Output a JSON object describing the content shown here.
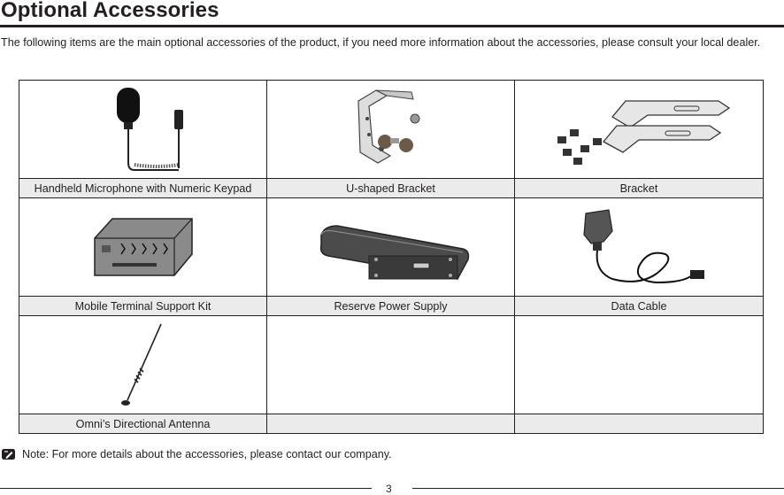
{
  "header": {
    "title": "Optional Accessories"
  },
  "intro": {
    "text": "The following items are the main optional accessories of the product, if you need more information about the accessories, please consult your local dealer."
  },
  "accessories": [
    {
      "label": "Handheld Microphone with Numeric Keypad",
      "icon": "handheld-microphone-icon"
    },
    {
      "label": "U-shaped Bracket",
      "icon": "u-shaped-bracket-icon"
    },
    {
      "label": "Bracket",
      "icon": "bracket-icon"
    },
    {
      "label": "Mobile Terminal Support Kit",
      "icon": "support-kit-icon"
    },
    {
      "label": "Reserve Power Supply",
      "icon": "power-supply-icon"
    },
    {
      "label": "Data Cable",
      "icon": "data-cable-icon"
    },
    {
      "label": "Omni’s Directional Antenna",
      "icon": "antenna-icon"
    },
    {
      "label": "",
      "icon": ""
    },
    {
      "label": "",
      "icon": ""
    }
  ],
  "note": {
    "text": "Note: For more details about the accessories, please contact our company.",
    "icon": "note-icon"
  },
  "footer": {
    "page_number": "3"
  }
}
